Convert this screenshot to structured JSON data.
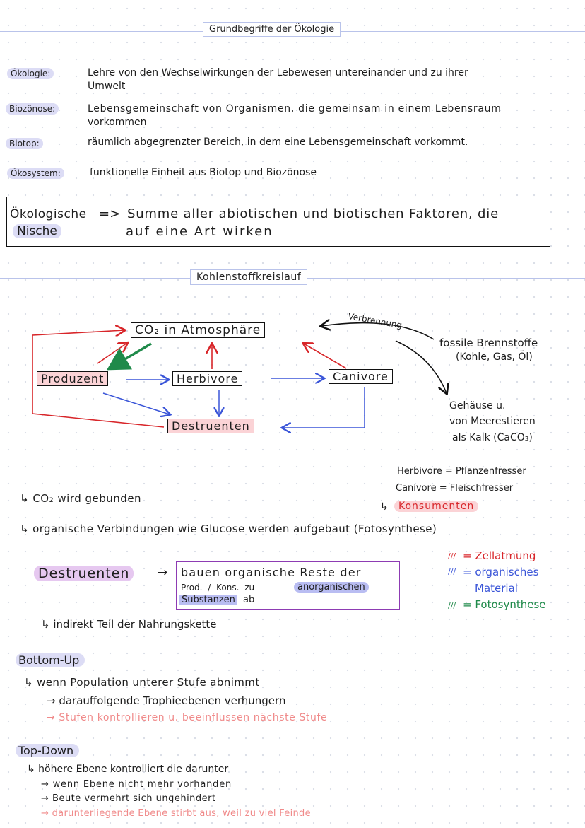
{
  "section1": {
    "title": "Grundbegriffe der Ökologie"
  },
  "definitions": [
    {
      "term": "Ökologie:",
      "text": "Lehre von den Wechselwirkungen der Lebewesen untereinander und zu ihrer",
      "text2": "Umwelt"
    },
    {
      "term": "Biozönose:",
      "text": "Lebensgemeinschaft von Organismen, die gemeinsam in einem Lebensraum",
      "text2": "vorkommen"
    },
    {
      "term": "Biotop:",
      "text": "räumlich abgegrenzter Bereich, in dem eine Lebensgemeinschaft vorkommt."
    },
    {
      "term": "Ökosystem:",
      "text": "funktionelle Einheit aus Biotop und Biozönose"
    }
  ],
  "niche": {
    "term1": "Ökologische",
    "term2": "Nische",
    "arrow": "=>",
    "line1": "Summe aller abiotischen und biotischen Faktoren, die",
    "line2": "auf eine Art wirken"
  },
  "section2": {
    "title": "Kohlenstoffkreislauf"
  },
  "diagram": {
    "atmosphere": "CO₂ in Atmosphäre",
    "producer": "Produzent",
    "herbivore": "Herbivore",
    "carnivore": "Canivore",
    "destruents": "Destruenten",
    "combustion": "Verbrennung",
    "fossil1": "fossile Brennstoffe",
    "fossil2": "(Kohle, Gas, Öl)",
    "shells1": "Gehäuse u.",
    "shells2": "von Meerestieren",
    "shells3": "als Kalk (CaCO₃)"
  },
  "notes": {
    "herb_def": "Herbivore = Pflanzenfresser",
    "carn_def": "Canivore = Fleischfresser",
    "consumers_arrow": "↳",
    "consumers": "Konsumenten",
    "co2_bound": "↳ CO₂ wird gebunden",
    "organic": "↳ organische Verbindungen wie Glucose werden aufgebaut (Fotosynthese)"
  },
  "legend": [
    {
      "label": "= Zellatmung",
      "color": "#d8262a"
    },
    {
      "label": "= organisches",
      "label2": "Material",
      "color": "#3a55d8"
    },
    {
      "label": "= Fotosynthese",
      "color": "#1f8a4a"
    }
  ],
  "destruents_note": {
    "term": "Destruenten",
    "arrow": "→",
    "line1": "bauen organische Reste der",
    "line2a": "Prod. / Kons. zu",
    "line2b": "anorganischen",
    "line3a": "Substanzen",
    "line3b": "ab",
    "indirect": "↳ indirekt Teil der Nahrungskette"
  },
  "bottom_up": {
    "heading": "Bottom-Up",
    "l1": "↳ wenn Population unterer Stufe abnimmt",
    "l2": "→ darauffolgende Trophieebenen verhungern",
    "l3": "→ Stufen kontrollieren u. beeinflussen nächste Stufe"
  },
  "top_down": {
    "heading": "Top-Down",
    "l1": "↳ höhere Ebene kontrolliert die darunter",
    "l2": "→ wenn Ebene nicht mehr vorhanden",
    "l3": "→ Beute vermehrt sich ungehindert",
    "l4": "→ darunterliegende Ebene stirbt aus, weil zu viel Feinde"
  }
}
